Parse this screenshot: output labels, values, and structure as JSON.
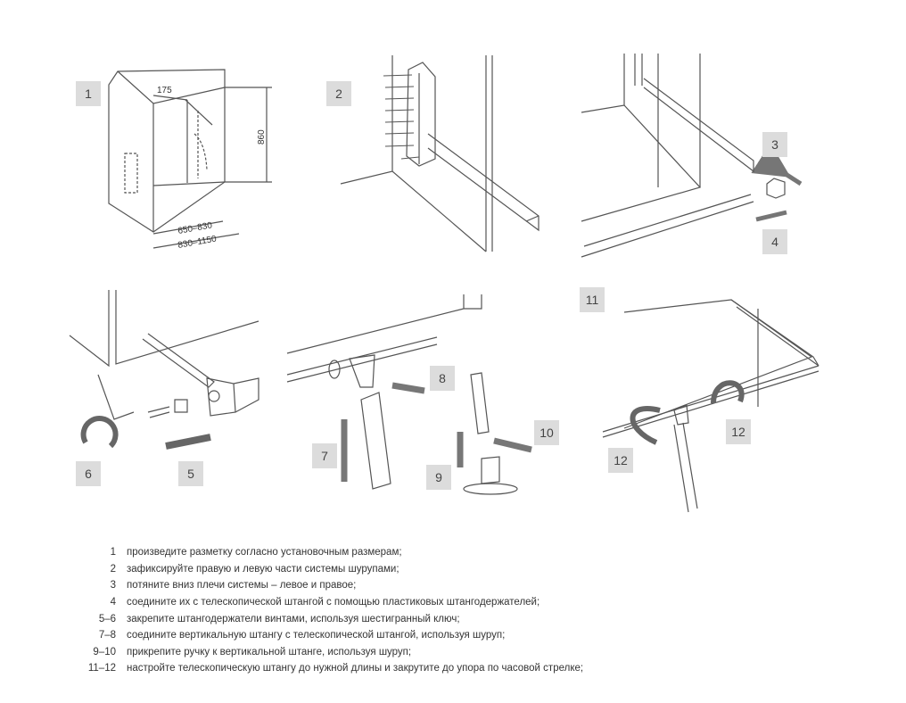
{
  "steps": {
    "s1": "1",
    "s2": "2",
    "s3": "3",
    "s4": "4",
    "s5": "5",
    "s6": "6",
    "s7": "7",
    "s8": "8",
    "s9": "9",
    "s10": "10",
    "s11": "11",
    "s12a": "12",
    "s12b": "12"
  },
  "dimensions": {
    "depth": "175",
    "height": "860",
    "width_inner": "650–830",
    "width_outer": "830–1150"
  },
  "legend": [
    {
      "num": "1",
      "text": "произведите разметку согласно установочным размерам;"
    },
    {
      "num": "2",
      "text": "зафиксируйте правую и левую части системы шурупами;"
    },
    {
      "num": "3",
      "text": "потяните вниз плечи системы – левое и правое;"
    },
    {
      "num": "4",
      "text": "соедините их с телескопической штангой с помощью пластиковых штангодержателей;"
    },
    {
      "num": "5–6",
      "text": "закрепите штангодержатели винтами, используя шестигранный ключ;"
    },
    {
      "num": "7–8",
      "text": "соедините вертикальную штангу с телескопической штангой, используя шуруп;"
    },
    {
      "num": "9–10",
      "text": "прикрепите ручку к вертикальной штанге, используя шуруп;"
    },
    {
      "num": "11–12",
      "text": "настройте телескопическую штангу до нужной длины и закрутите до упора по часовой стрелке;"
    }
  ]
}
